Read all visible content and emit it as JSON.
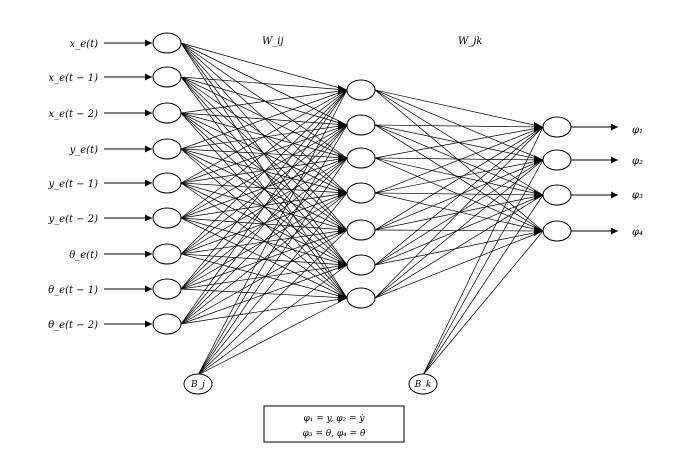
{
  "inputs": [
    {
      "label": "x_e(t)"
    },
    {
      "label": "x_e(t − 1)"
    },
    {
      "label": "x_e(t − 2)"
    },
    {
      "label": "y_e(t)"
    },
    {
      "label": "y_e(t − 1)"
    },
    {
      "label": "y_e(t − 2)"
    },
    {
      "label": "θ_e(t)"
    },
    {
      "label": "θ_e(t − 1)"
    },
    {
      "label": "θ_e(t − 2)"
    }
  ],
  "hidden_count": 7,
  "outputs": [
    {
      "label": "φ₁"
    },
    {
      "label": "φ₂"
    },
    {
      "label": "φ₃"
    },
    {
      "label": "φ₄"
    }
  ],
  "weights": {
    "input_hidden": "W_ij",
    "hidden_output": "W_jk"
  },
  "bias": {
    "hidden": "B_j",
    "output": "B_k"
  },
  "legend": {
    "line1": "φ₁ = y, φ₂ = ẏ",
    "line2": "φ₃ = θ, φ₄ = θ̇"
  }
}
